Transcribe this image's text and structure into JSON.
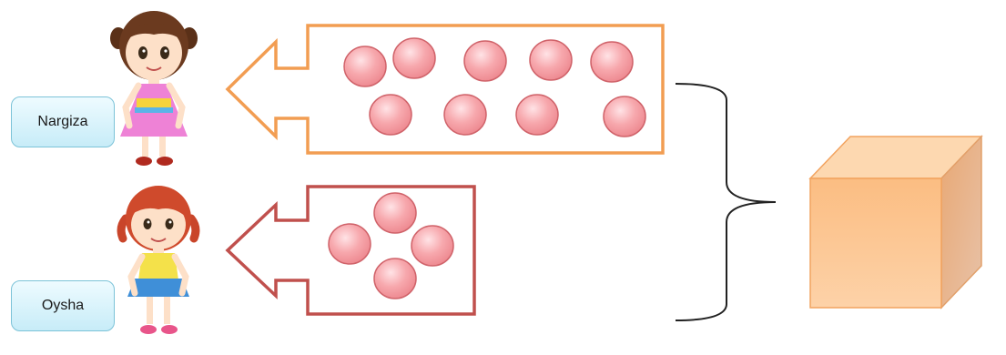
{
  "people": [
    {
      "name": "Nargiza",
      "count": 9
    },
    {
      "name": "Oysha",
      "count": 4
    }
  ],
  "colors": {
    "nargiza_arrow": "#f29d52",
    "oysha_arrow": "#c0504d",
    "ball": "#f7a8ad",
    "ball_stroke": "#d0636a",
    "label_border": "#7cc3d8",
    "box_front": "#fbbd82",
    "box_top": "#fdd8b0",
    "box_side": "#e2b08a"
  },
  "icons": {
    "girl_1": "girl-pink-dress-icon",
    "girl_2": "girl-yellow-shirt-icon",
    "box": "cube-box-icon",
    "brace": "curly-brace-icon"
  }
}
